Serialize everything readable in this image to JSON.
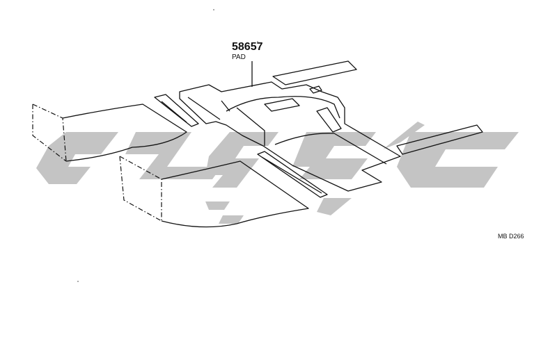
{
  "callout": {
    "part_number": "58657",
    "part_name": "PAD"
  },
  "diagram_code": "MB D266",
  "colors": {
    "line": "#111111",
    "watermark": "#c4c4c4",
    "background": "#ffffff"
  }
}
